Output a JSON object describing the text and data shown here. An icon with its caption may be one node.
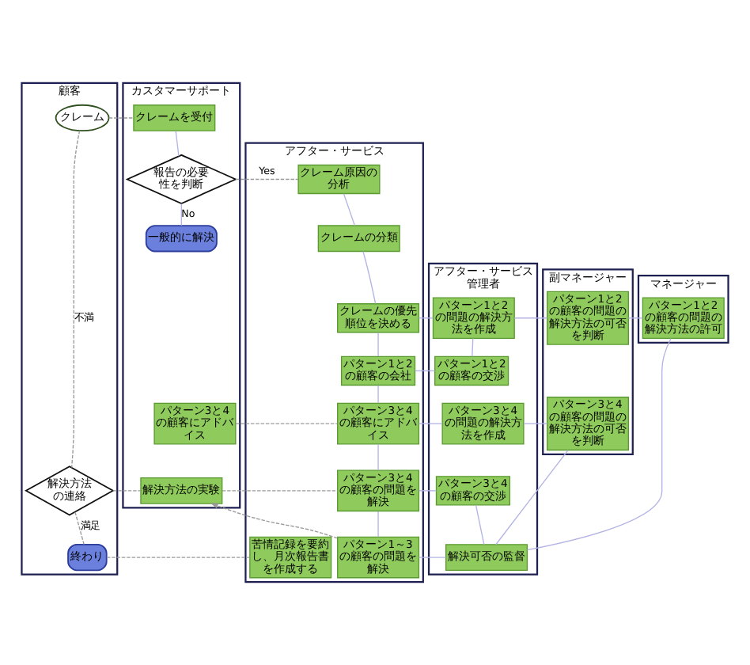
{
  "diagram": {
    "nodes": [
      {
        "text": [
          "顧客"
        ]
      },
      {
        "text": [
          "カスタマーサポート"
        ]
      },
      {
        "text": [
          "アフター・サービス"
        ]
      },
      {
        "text": [
          "アフター・サービス管理者"
        ]
      },
      {
        "text": [
          "副マネージャー"
        ]
      },
      {
        "text": [
          "マネージャー"
        ]
      },
      {
        "text": [
          "クレーム"
        ],
        "in": 0
      },
      {
        "text": [
          "クレームを受付"
        ],
        "in": 1
      },
      {
        "text": [
          "報告の必要性を判断"
        ],
        "in": 1
      },
      {
        "text": [
          "クレーム原因の分析"
        ],
        "in": 2
      },
      {
        "text": [
          "一般的に解決"
        ],
        "in": 1
      },
      {
        "text": [
          "クレームの分類"
        ],
        "in": 2
      },
      {
        "text": [
          "クレームの優先順位を決める"
        ],
        "in": 2
      },
      {
        "text": [
          "パターン1と2の問題の解決方法を作成"
        ],
        "in": 3
      },
      {
        "text": [
          "パターン1と2の顧客の問題の解決方法の可否を判断"
        ],
        "in": 4
      },
      {
        "text": [
          "パターン1と2の顧客の問題の解決方法の許可"
        ],
        "in": 5
      },
      {
        "text": [
          "パターン1と2の顧客の会社"
        ],
        "in": 2
      },
      {
        "text": [
          "パターン1と2の顧客の交渉"
        ],
        "in": 3
      },
      {
        "text": [
          "パターン3と4の顧客にアドバイス"
        ],
        "in": 1
      },
      {
        "text": [
          "パターン3と4の顧客にアドバイス"
        ],
        "in": 2
      },
      {
        "text": [
          "パターン3と4の問題の解決方法を作成"
        ],
        "in": 3
      },
      {
        "text": [
          "パターン3と4の顧客の問題の解決方法の可否を判断"
        ],
        "in": 4
      },
      {
        "text": [
          "解決方法の連絡"
        ],
        "in": 0
      },
      {
        "text": [
          "解決方法の実験"
        ],
        "in": 1
      },
      {
        "text": [
          "パターン3と4の顧客の問題を解決"
        ],
        "in": 2
      },
      {
        "text": [
          "パターン3と4の顧客の交渉"
        ],
        "in": 3
      },
      {
        "text": [
          "パターン1～3の顧客の問題を解決"
        ],
        "in": 2
      },
      {
        "text": [
          "解決可否の監督"
        ],
        "in": 3
      },
      {
        "text": [
          "終わり"
        ],
        "in": 0
      },
      {
        "text": [
          "苦情記録を要約し、月次報告書を作成する"
        ],
        "in": 2
      }
    ],
    "edges": [
      {
        "from": 6,
        "to": 7,
        "arrow": "none",
        "style": "dashed",
        "color": "#9a9a9a"
      },
      {
        "from": 7,
        "to": 8,
        "arrow": "none"
      },
      {
        "from": 8,
        "to": 9,
        "arrow": "none",
        "label": "Yes",
        "style": "dashed",
        "color": "#9a9a9a"
      },
      {
        "from": 8,
        "to": 10,
        "arrow": "none",
        "label": "No"
      },
      {
        "from": 9,
        "to": 11,
        "arrow": "none"
      },
      {
        "from": 11,
        "to": 12,
        "arrow": "none"
      },
      {
        "from": 12,
        "to": 16,
        "arrow": "none"
      },
      {
        "from": 16,
        "to": 19,
        "arrow": "none"
      },
      {
        "from": 19,
        "to": 24,
        "arrow": "none"
      },
      {
        "from": 24,
        "to": 26,
        "arrow": "none"
      },
      {
        "from": 6,
        "to": 22,
        "arrow": "none",
        "label": "不満",
        "style": "dashed",
        "color": "#9a9a9a"
      },
      {
        "from": 22,
        "to": 28,
        "arrow": "none",
        "label": "満足",
        "style": "dashed",
        "color": "#9a9a9a"
      },
      {
        "from": 12,
        "to": 13,
        "arrow": "none"
      },
      {
        "from": 13,
        "to": 14,
        "arrow": "none"
      },
      {
        "from": 14,
        "to": 15,
        "arrow": "none"
      },
      {
        "from": 13,
        "to": 17,
        "arrow": "none"
      },
      {
        "from": 16,
        "to": 17,
        "arrow": "none"
      },
      {
        "from": 18,
        "to": 19,
        "arrow": "none",
        "style": "dashed",
        "color": "#9a9a9a"
      },
      {
        "from": 19,
        "to": 20,
        "arrow": "none"
      },
      {
        "from": 20,
        "to": 21,
        "arrow": "none"
      },
      {
        "from": 22,
        "to": 23,
        "arrow": "none",
        "style": "dashed",
        "color": "#9a9a9a"
      },
      {
        "from": 23,
        "to": 24,
        "arrow": "none",
        "style": "dashed",
        "color": "#9a9a9a"
      },
      {
        "from": 24,
        "to": 25,
        "arrow": "none"
      },
      {
        "from": 25,
        "to": 27,
        "arrow": "none"
      },
      {
        "from": 26,
        "to": 27,
        "arrow": "none"
      },
      {
        "from": 21,
        "to": 27,
        "arrow": "none"
      },
      {
        "from": 15,
        "to": 27,
        "arrow": "none"
      },
      {
        "from": 26,
        "to": 23,
        "arrow": "to",
        "style": "dashed",
        "color": "#9a9a9a"
      },
      {
        "from": 28,
        "to": 29,
        "arrow": "none",
        "style": "dashed",
        "color": "#9a9a9a"
      }
    ]
  }
}
